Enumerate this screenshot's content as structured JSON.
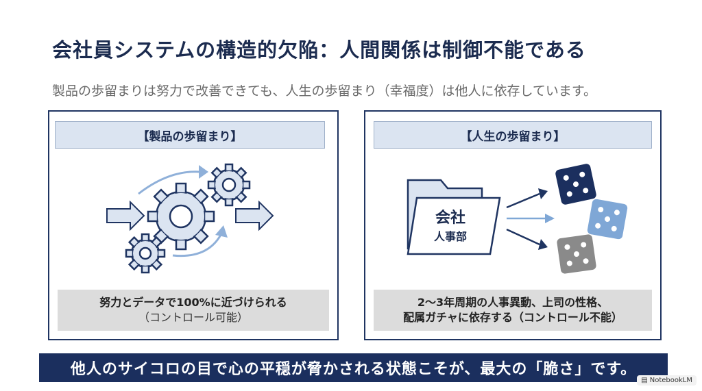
{
  "title": "会社員システムの構造的欠陥：人間関係は制御不能である",
  "subtitle": "製品の歩留まりは努力で改善できても、人生の歩留まり（幸福度）は他人に依存しています。",
  "left_panel": {
    "header": "【製品の歩留まり】",
    "caption_line1": "努力とデータで100%に近づけられる",
    "caption_line2": "（コントロール可能）"
  },
  "right_panel": {
    "header": "【人生の歩留まり】",
    "folder_line1": "会社",
    "folder_line2": "人事部",
    "caption_line1": "2〜3年周期の人事異動、上司の性格、",
    "caption_line2": "配属ガチャに依存する（コントロール不能）"
  },
  "banner": "他人のサイコロの目で心の平穏が脅かされる状態こそが、最大の「脆さ」です。",
  "brand": "NotebookLM",
  "colors": {
    "navy": "#1b2f5e",
    "light_blue": "#7fa7d6",
    "pale_blue": "#dbe4f1",
    "gray": "#8a8a8a"
  }
}
